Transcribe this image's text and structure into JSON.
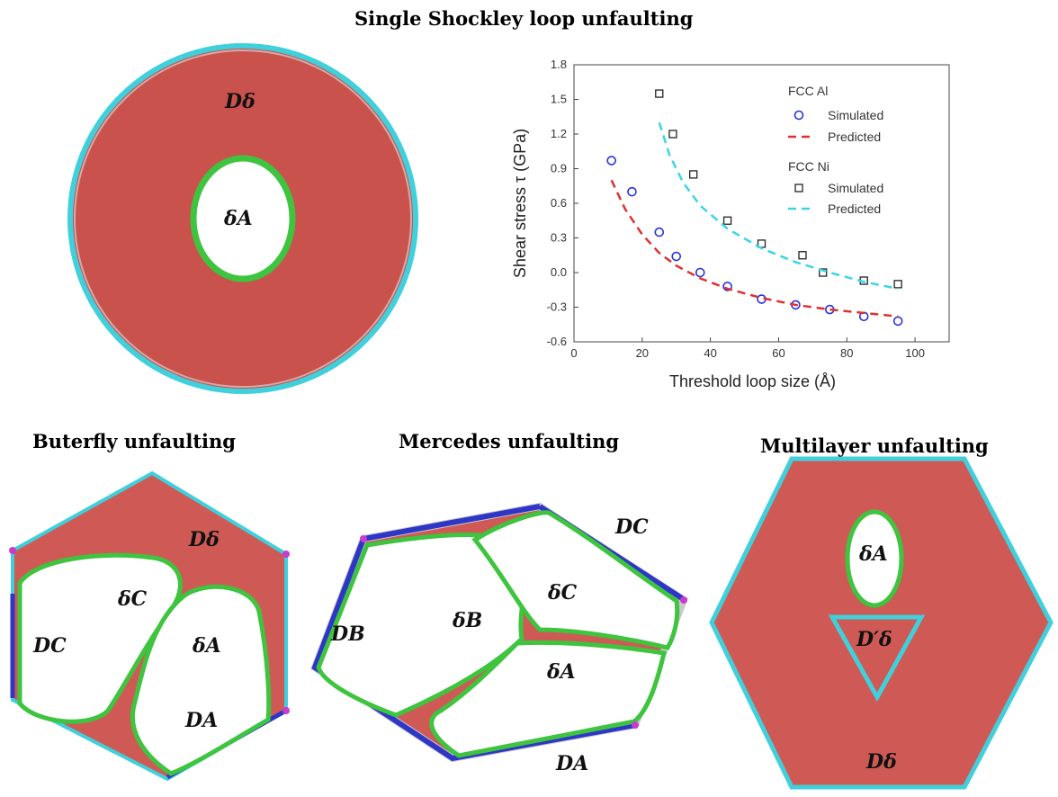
{
  "titles": {
    "top": "Single Shockley loop unfaulting",
    "butterfly": "Buterfly unfaulting",
    "mercedes": "Mercedes unfaulting",
    "multilayer": "Multilayer unfaulting"
  },
  "labels": {
    "ring_outer": "Dδ",
    "ring_inner": "δA",
    "bf_top": "Dδ",
    "bf_dc": "DC",
    "bf_dc2": "δC",
    "bf_da1": "δA",
    "bf_da": "DA",
    "mc_dc": "DC",
    "mc_dc2": "δC",
    "mc_db2": "δB",
    "mc_db": "DB",
    "mc_da2": "δA",
    "mc_da": "DA",
    "ml_inner": "δA",
    "ml_tri": "D′δ",
    "ml_outer": "Dδ"
  },
  "colors": {
    "fault_fill": "#c9524d",
    "partial_green": "#3ec43e",
    "shockley_cyan": "#3fd0dc",
    "edge_blue": "#2e36c8",
    "node_magenta": "#c83ad0",
    "al_series": "#2a34d8",
    "al_predicted": "#e03030",
    "ni_series": "#222222",
    "ni_predicted": "#3ad6e6"
  },
  "chart_data": {
    "type": "scatter",
    "xlabel": "Threshold loop size (Å)",
    "ylabel": "Shear stress τ (GPa)",
    "xlim": [
      0,
      110
    ],
    "ylim": [
      -0.6,
      1.8
    ],
    "xticks": [
      "0",
      "20",
      "40",
      "60",
      "80",
      "100"
    ],
    "yticks": [
      "-0.6",
      "-0.3",
      "0.0",
      "0.3",
      "0.6",
      "0.9",
      "1.2",
      "1.5",
      "1.8"
    ],
    "grid": false,
    "legend": {
      "position": "top-right",
      "groups": [
        {
          "title": "FCC Al",
          "simulated": "Simulated",
          "predicted": "Predicted"
        },
        {
          "title": "FCC Ni",
          "simulated": "Simulated",
          "predicted": "Predicted"
        }
      ]
    },
    "series": [
      {
        "name": "FCC Al Simulated",
        "marker": "circle",
        "x": [
          11,
          17,
          25,
          30,
          37,
          45,
          55,
          65,
          75,
          85,
          95
        ],
        "y": [
          0.97,
          0.7,
          0.35,
          0.14,
          0.0,
          -0.12,
          -0.23,
          -0.28,
          -0.32,
          -0.38,
          -0.42
        ]
      },
      {
        "name": "FCC Al Predicted",
        "line": "dashed",
        "x": [
          11,
          15,
          20,
          25,
          30,
          37,
          45,
          55,
          65,
          75,
          85,
          95
        ],
        "y": [
          0.8,
          0.55,
          0.33,
          0.17,
          0.06,
          -0.05,
          -0.14,
          -0.22,
          -0.28,
          -0.32,
          -0.35,
          -0.38
        ]
      },
      {
        "name": "FCC Ni Simulated",
        "marker": "square",
        "x": [
          25,
          29,
          35,
          45,
          55,
          67,
          73,
          85,
          95
        ],
        "y": [
          1.55,
          1.2,
          0.85,
          0.45,
          0.25,
          0.15,
          0.0,
          -0.07,
          -0.1
        ]
      },
      {
        "name": "FCC Ni Predicted",
        "line": "dashed",
        "x": [
          25,
          28,
          32,
          37,
          45,
          55,
          65,
          75,
          85,
          95
        ],
        "y": [
          1.3,
          1.02,
          0.78,
          0.58,
          0.38,
          0.21,
          0.09,
          0.0,
          -0.08,
          -0.14
        ]
      }
    ]
  }
}
